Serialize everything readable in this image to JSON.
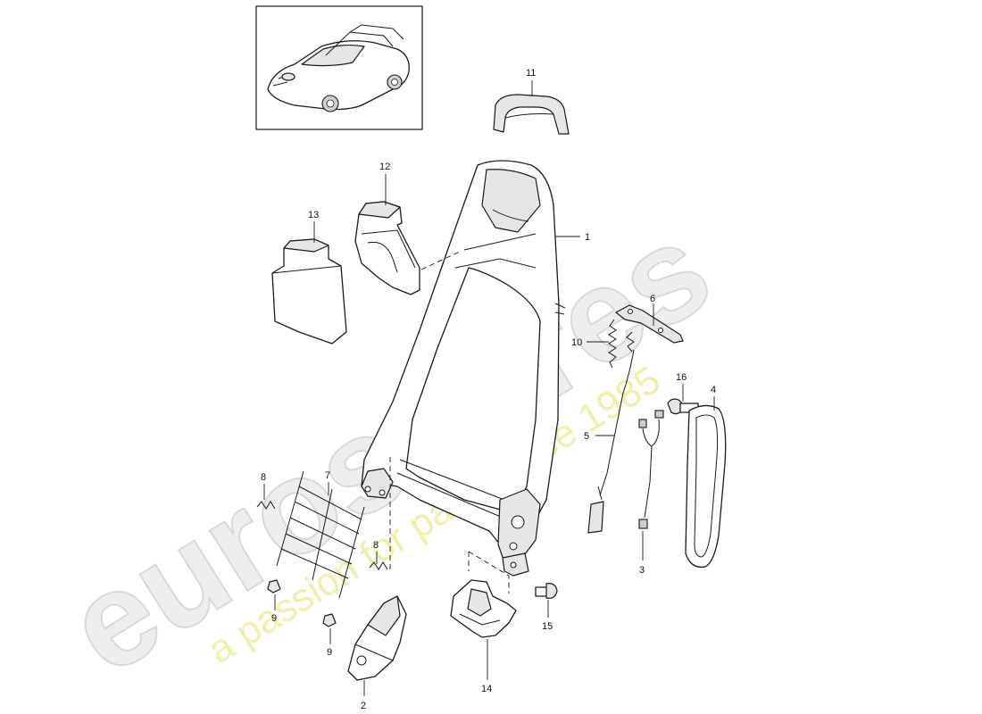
{
  "watermark": {
    "main": "eurospares",
    "tagline": "a passion for parts since 1985"
  },
  "callouts": {
    "c1": "1",
    "c2": "2",
    "c3": "3",
    "c4": "4",
    "c5": "5",
    "c6": "6",
    "c7": "7",
    "c8a": "8",
    "c8b": "8",
    "c9a": "9",
    "c9b": "9",
    "c10": "10",
    "c11": "11",
    "c12": "12",
    "c13": "13",
    "c14": "14",
    "c15": "15",
    "c16": "16"
  }
}
